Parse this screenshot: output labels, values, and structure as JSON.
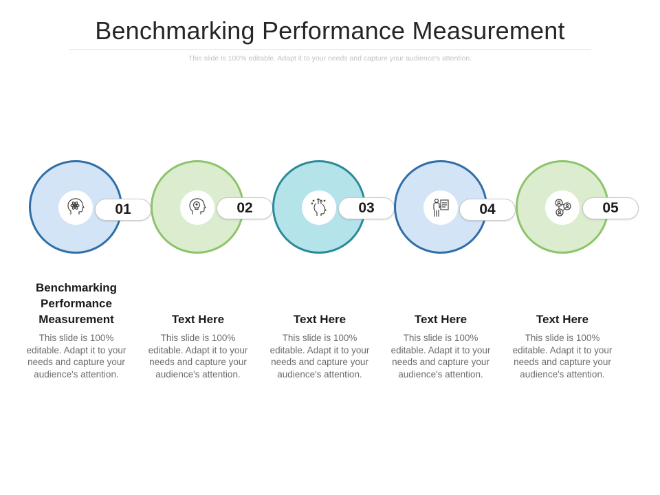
{
  "title": "Benchmarking Performance Measurement",
  "subtitle": "This slide is 100% editable. Adapt it to your needs and capture your audience's attention.",
  "steps": [
    {
      "number": "01",
      "heading": "Benchmarking Performance Measurement",
      "body": "This slide is 100% editable. Adapt it to your needs and capture your audience's attention.",
      "icon": "atom-head-icon",
      "fill": "#d2e4f5",
      "border": "#2f6ea8"
    },
    {
      "number": "02",
      "heading": "Text Here",
      "body": "This slide is 100% editable. Adapt it to your needs and capture your audience's attention.",
      "icon": "idea-head-icon",
      "fill": "#dcedcf",
      "border": "#8cc46a"
    },
    {
      "number": "03",
      "heading": "Text Here",
      "body": "This slide is 100% editable. Adapt it to your needs and capture your audience's attention.",
      "icon": "growth-head-icon",
      "fill": "#b4e3ea",
      "border": "#2b8a9a"
    },
    {
      "number": "04",
      "heading": "Text Here",
      "body": "This slide is 100% editable. Adapt it to your needs and capture your audience's attention.",
      "icon": "presenter-board-icon",
      "fill": "#d2e4f5",
      "border": "#2f6ea8"
    },
    {
      "number": "05",
      "heading": "Text Here",
      "body": "This slide is 100% editable. Adapt it to your needs and capture your audience's attention.",
      "icon": "team-network-icon",
      "fill": "#dcedcf",
      "border": "#8cc46a"
    }
  ]
}
